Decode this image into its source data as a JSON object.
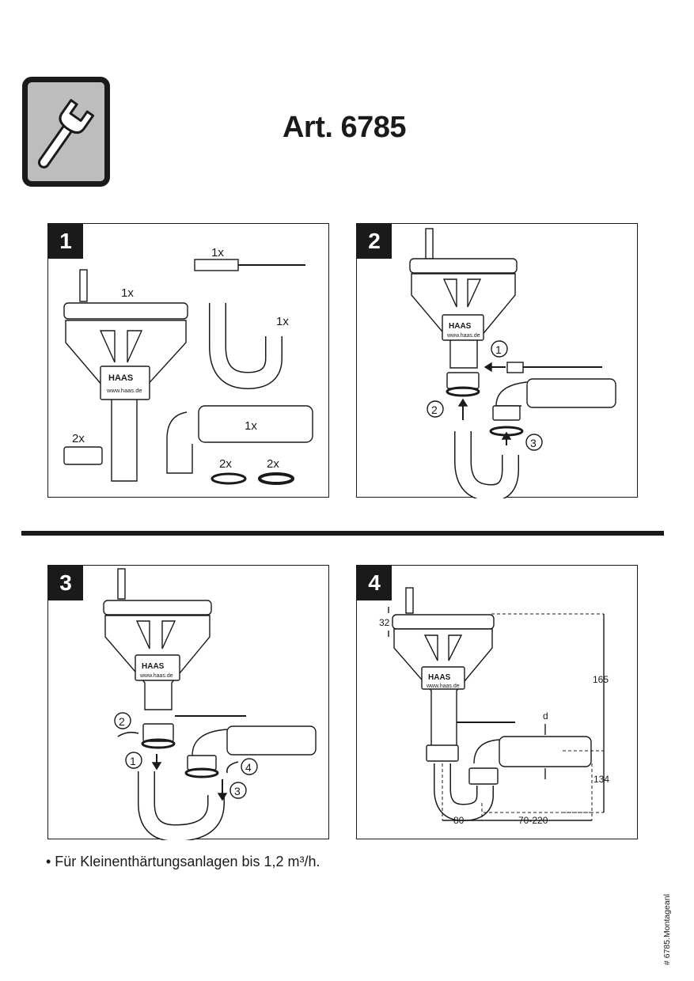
{
  "header": {
    "title": "Art. 6785",
    "icon": "wrench-icon"
  },
  "steps": [
    {
      "number": "1",
      "quantities": {
        "funnel": "1x",
        "screw": "1x",
        "trap": "1x",
        "pipe": "1x",
        "nuts": "2x",
        "seal_a": "2x",
        "seal_b": "2x"
      },
      "brand": "HAAS",
      "url": "www.haas.de"
    },
    {
      "number": "2",
      "brand": "HAAS",
      "url": "www.haas.de",
      "callouts": [
        "1",
        "2",
        "3"
      ]
    },
    {
      "number": "3",
      "brand": "HAAS",
      "url": "www.haas.de",
      "callouts": [
        "1",
        "2",
        "3",
        "4"
      ]
    },
    {
      "number": "4",
      "brand": "HAAS",
      "url": "www.haas.de",
      "dimensions": {
        "top": "32",
        "height_upper": "165",
        "height_lower": "134",
        "diameter": "d",
        "offset": "80",
        "length_range": "70-220"
      }
    }
  ],
  "note": "• Für Kleinenthärtungsanlagen bis 1,2 m³/h.",
  "doc_code": "# 6785.Montageanl"
}
